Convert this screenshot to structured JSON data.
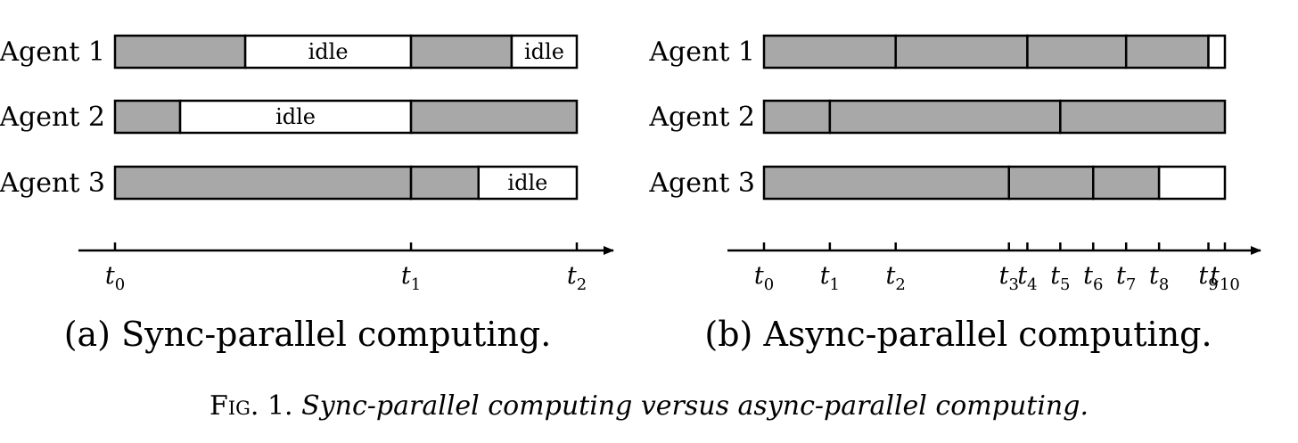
{
  "colors": {
    "busy": "#a8a8a8",
    "idle": "#ffffff",
    "stroke": "#000000"
  },
  "panels": [
    {
      "id": "sync",
      "caption": "(a) Sync-parallel computing.",
      "agents": [
        {
          "label": "Agent 1",
          "segments": [
            {
              "start": 0,
              "end": 1.1,
              "state": "busy"
            },
            {
              "start": 1.1,
              "end": 2.5,
              "state": "idle",
              "text": "idle"
            },
            {
              "start": 2.5,
              "end": 3.35,
              "state": "busy"
            },
            {
              "start": 3.35,
              "end": 3.9,
              "state": "idle",
              "text": "idle"
            }
          ]
        },
        {
          "label": "Agent 2",
          "segments": [
            {
              "start": 0,
              "end": 0.55,
              "state": "busy"
            },
            {
              "start": 0.55,
              "end": 2.5,
              "state": "idle",
              "text": "idle"
            },
            {
              "start": 2.5,
              "end": 3.9,
              "state": "busy"
            }
          ]
        },
        {
          "label": "Agent 3",
          "segments": [
            {
              "start": 0,
              "end": 2.5,
              "state": "busy"
            },
            {
              "start": 2.5,
              "end": 3.07,
              "state": "busy"
            },
            {
              "start": 3.07,
              "end": 3.9,
              "state": "idle",
              "text": "idle"
            }
          ]
        }
      ],
      "ticks": [
        {
          "t": 0,
          "base": "t",
          "sub": "0"
        },
        {
          "t": 2.5,
          "base": "t",
          "sub": "1"
        },
        {
          "t": 3.9,
          "base": "t",
          "sub": "2"
        }
      ]
    },
    {
      "id": "async",
      "caption": "(b) Async-parallel computing.",
      "agents": [
        {
          "label": "Agent 1",
          "segments": [
            {
              "start": 0,
              "end": 2,
              "state": "busy"
            },
            {
              "start": 2,
              "end": 4,
              "state": "busy"
            },
            {
              "start": 4,
              "end": 5.5,
              "state": "busy"
            },
            {
              "start": 5.5,
              "end": 6.75,
              "state": "busy"
            },
            {
              "start": 6.75,
              "end": 7,
              "state": "idle"
            }
          ]
        },
        {
          "label": "Agent 2",
          "segments": [
            {
              "start": 0,
              "end": 1,
              "state": "busy"
            },
            {
              "start": 1,
              "end": 4.5,
              "state": "busy"
            },
            {
              "start": 4.5,
              "end": 7,
              "state": "busy"
            }
          ]
        },
        {
          "label": "Agent 3",
          "segments": [
            {
              "start": 0,
              "end": 3.72,
              "state": "busy"
            },
            {
              "start": 3.72,
              "end": 5,
              "state": "busy"
            },
            {
              "start": 5,
              "end": 6,
              "state": "busy"
            },
            {
              "start": 6,
              "end": 7,
              "state": "idle"
            }
          ]
        }
      ],
      "ticks": [
        {
          "t": 0,
          "base": "t",
          "sub": "0"
        },
        {
          "t": 1,
          "base": "t",
          "sub": "1"
        },
        {
          "t": 2,
          "base": "t",
          "sub": "2"
        },
        {
          "t": 3.72,
          "base": "t",
          "sub": "3"
        },
        {
          "t": 4,
          "base": "t",
          "sub": "4"
        },
        {
          "t": 4.5,
          "base": "t",
          "sub": "5"
        },
        {
          "t": 5,
          "base": "t",
          "sub": "6"
        },
        {
          "t": 5.5,
          "base": "t",
          "sub": "7"
        },
        {
          "t": 6,
          "base": "t",
          "sub": "8"
        },
        {
          "t": 6.75,
          "base": "t",
          "sub": "9"
        },
        {
          "t": 7,
          "base": "t",
          "sub": "10"
        }
      ]
    }
  ],
  "figure_caption": {
    "prefix": "Fig. 1.",
    "text": "Sync-parallel computing versus async-parallel computing."
  }
}
